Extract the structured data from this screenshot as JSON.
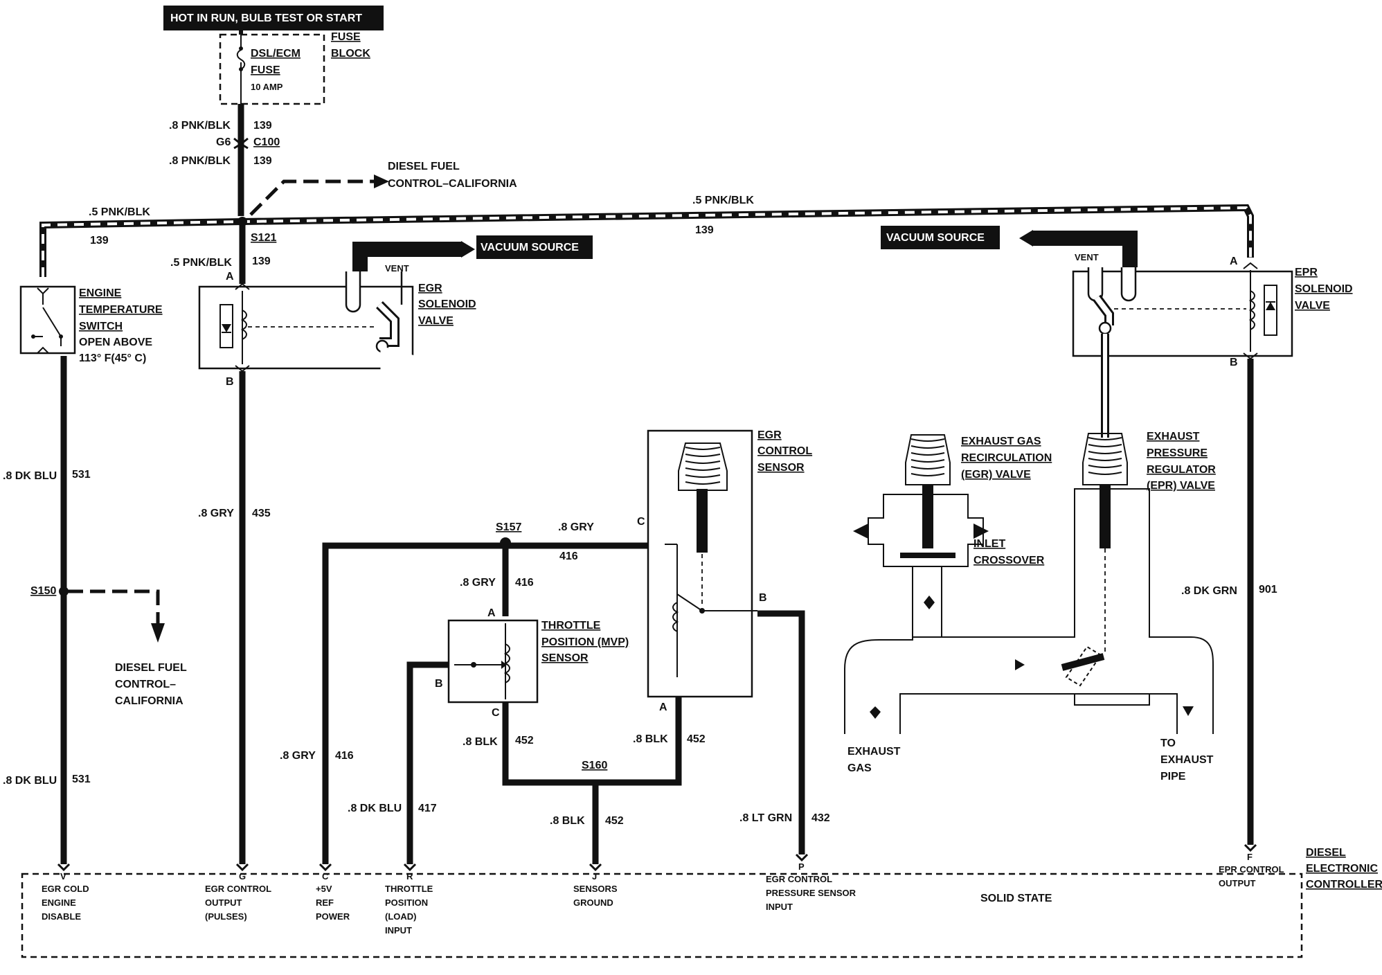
{
  "header": {
    "banner": "HOT IN RUN, BULB TEST OR START"
  },
  "fuse_block": {
    "label1": "FUSE",
    "label2": "BLOCK",
    "fuse_name": "DSL/ECM",
    "fuse_word": "FUSE",
    "rating": "10 AMP"
  },
  "wires": {
    "w139a_gauge": ".8 PNK/BLK",
    "w139a_num": "139",
    "g6": "G6",
    "c100": "C100",
    "w139b_gauge": ".8 PNK/BLK",
    "w139b_num": "139",
    "left_gauge": ".5 PNK/BLK",
    "left_num": "139",
    "right_gauge": ".5 PNK/BLK",
    "right_num": "139",
    "s121": "S121",
    "w139c_gauge": ".5 PNK/BLK",
    "w139c_num": "139",
    "w531a_gauge": ".8 DK BLU",
    "w531a_num": "531",
    "w531b_gauge": ".8 DK BLU",
    "w531b_num": "531",
    "s150": "S150",
    "w435_gauge": ".8 GRY",
    "w435_num": "435",
    "s157": "S157",
    "w416a_gauge": ".8 GRY",
    "w416a_num": "416",
    "w416b_gauge": ".8 GRY",
    "w416b_num": "416",
    "w416c_gauge": ".8 GRY",
    "w416c_num": "416",
    "w417_gauge": ".8 DK BLU",
    "w417_num": "417",
    "w452a_gauge": ".8 BLK",
    "w452a_num": "452",
    "w452b_gauge": ".8 BLK",
    "w452b_num": "452",
    "w452c_gauge": ".8 BLK",
    "w452c_num": "452",
    "s160": "S160",
    "w432_gauge": ".8 LT GRN",
    "w432_num": "432",
    "w901_gauge": ".8 DK GRN",
    "w901_num": "901"
  },
  "diesel_fuel_top": {
    "line1": "DIESEL FUEL",
    "line2": "CONTROL–CALIFORNIA"
  },
  "diesel_fuel_left": {
    "line1": "DIESEL FUEL",
    "line2": "CONTROL–",
    "line3": "CALIFORNIA"
  },
  "engine_temp_switch": {
    "line1": "ENGINE",
    "line2": "TEMPERATURE",
    "line3": "SWITCH",
    "line4": "OPEN ABOVE",
    "line5": "113° F(45° C)"
  },
  "egr_solenoid": {
    "line1": "EGR",
    "line2": "SOLENOID",
    "line3": "VALVE",
    "vent": "VENT",
    "pin_a": "A",
    "pin_b": "B"
  },
  "vacuum_left": "VACUUM SOURCE",
  "vacuum_right": "VACUUM SOURCE",
  "epr_solenoid": {
    "line1": "EPR",
    "line2": "SOLENOID",
    "line3": "VALVE",
    "vent": "VENT",
    "pin_a": "A",
    "pin_b": "B"
  },
  "egr_control_sensor": {
    "line1": "EGR",
    "line2": "CONTROL",
    "line3": "SENSOR",
    "pin_a": "A",
    "pin_b": "B",
    "pin_c": "C"
  },
  "egr_valve": {
    "line1": "EXHAUST GAS",
    "line2": "RECIRCULATION",
    "line3": "(EGR) VALVE"
  },
  "epr_valve": {
    "line1": "EXHAUST",
    "line2": "PRESSURE",
    "line3": "REGULATOR",
    "line4": "(EPR) VALVE"
  },
  "inlet": {
    "line1": "INLET",
    "line2": "CROSSOVER"
  },
  "throttle": {
    "line1": "THROTTLE",
    "line2": "POSITION (MVP)",
    "line3": "SENSOR",
    "pin_a": "A",
    "pin_b": "B",
    "pin_c": "C"
  },
  "exhaust_gas": {
    "line1": "EXHAUST",
    "line2": "GAS"
  },
  "to_exhaust": {
    "line1": "TO",
    "line2": "EXHAUST",
    "line3": "PIPE"
  },
  "controller": {
    "name1": "DIESEL",
    "name2": "ELECTRONIC",
    "name3": "CONTROLLER",
    "solid_state": "SOLID STATE",
    "pins": [
      {
        "letter": "V",
        "l1": "EGR COLD",
        "l2": "ENGINE",
        "l3": "DISABLE",
        "l4": ""
      },
      {
        "letter": "G",
        "l1": "EGR CONTROL",
        "l2": "OUTPUT",
        "l3": "(PULSES)",
        "l4": ""
      },
      {
        "letter": "C",
        "l1": "+5V",
        "l2": "REF",
        "l3": "POWER",
        "l4": ""
      },
      {
        "letter": "R",
        "l1": "THROTTLE",
        "l2": "POSITION",
        "l3": "(LOAD)",
        "l4": "INPUT"
      },
      {
        "letter": "J",
        "l1": "SENSORS",
        "l2": "GROUND",
        "l3": "",
        "l4": ""
      },
      {
        "letter": "P",
        "l1": "EGR CONTROL",
        "l2": "PRESSURE SENSOR",
        "l3": "INPUT",
        "l4": ""
      },
      {
        "letter": "F",
        "l1": "EPR CONTROL",
        "l2": "OUTPUT",
        "l3": "",
        "l4": ""
      }
    ]
  }
}
